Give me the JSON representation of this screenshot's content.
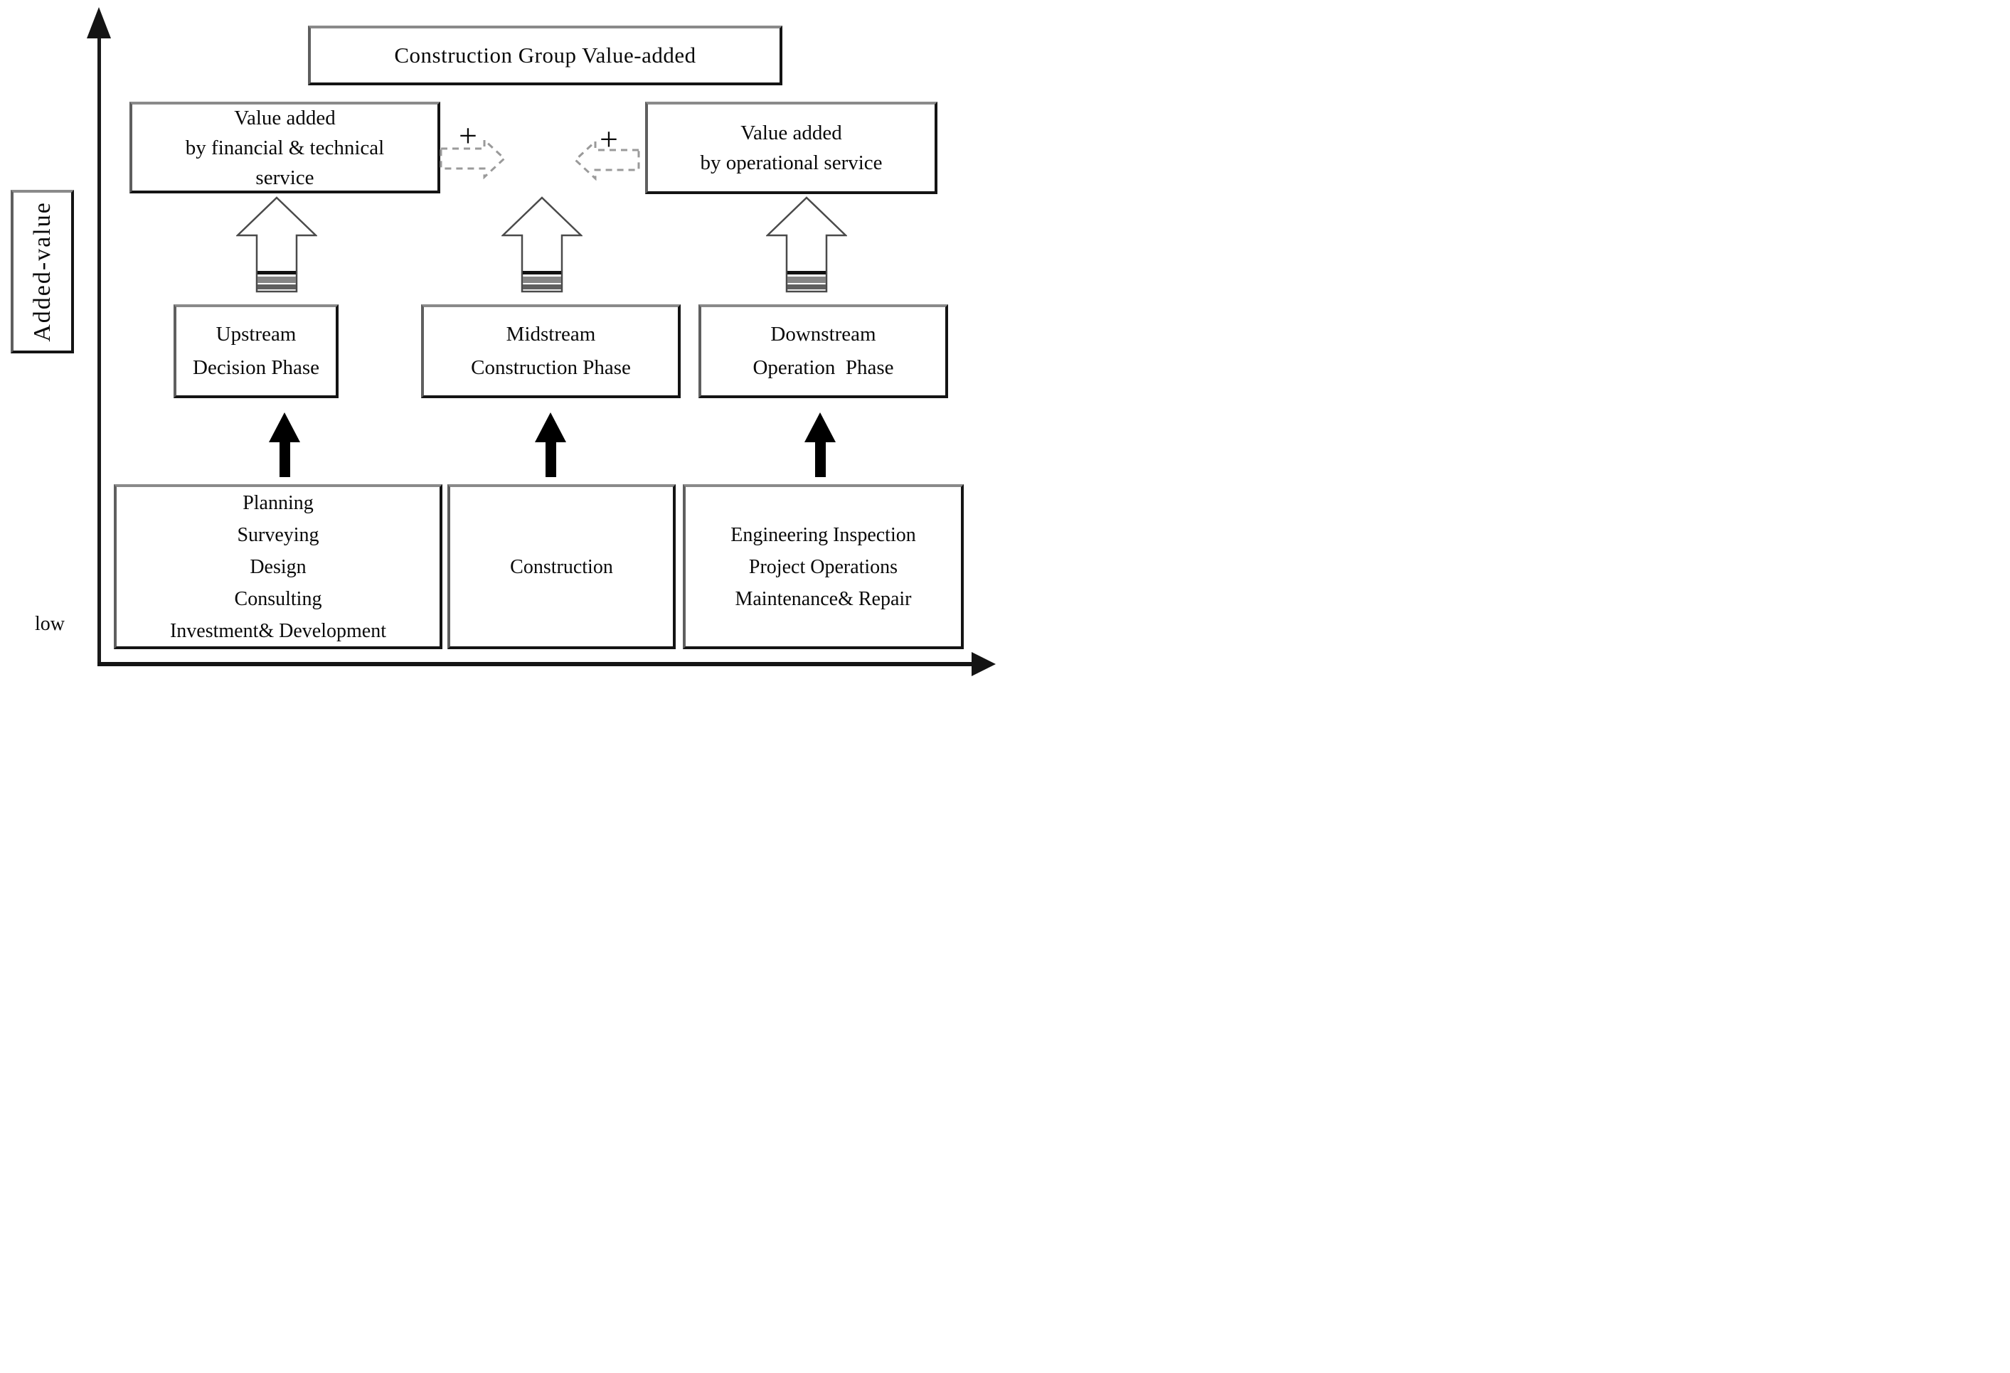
{
  "figure": {
    "axes": {
      "y_label": "Added-value",
      "origin_label": "low"
    },
    "title_box": "Construction Group Value-added",
    "value_added_boxes": {
      "financial": {
        "lines": [
          "Value added",
          "by financial & technical",
          "service"
        ]
      },
      "operational": {
        "lines": [
          "Value added",
          "by operational service"
        ]
      }
    },
    "phase_boxes": {
      "upstream": {
        "lines": [
          "Upstream",
          "Decision Phase"
        ]
      },
      "midstream": {
        "lines": [
          "Midstream",
          "Construction Phase"
        ]
      },
      "downstream": {
        "lines": [
          "Downstream",
          "Operation  Phase"
        ]
      }
    },
    "activity_boxes": {
      "upstream": {
        "lines": [
          "Planning",
          "Surveying",
          "Design",
          "Consulting",
          "Investment& Development"
        ]
      },
      "midstream": {
        "lines": [
          "Construction"
        ]
      },
      "downstream": {
        "lines": [
          "Engineering Inspection",
          "Project Operations",
          "Maintenance& Repair"
        ]
      }
    },
    "plus_left": "+",
    "plus_right": "+",
    "colors": {
      "border_dark": "#141414",
      "border_gray": "#8a8a8a",
      "block_arrow_outline": "#4a4a4a",
      "dashed_arrow": "#9a9a9a",
      "solid_arrow": "#000000"
    }
  }
}
